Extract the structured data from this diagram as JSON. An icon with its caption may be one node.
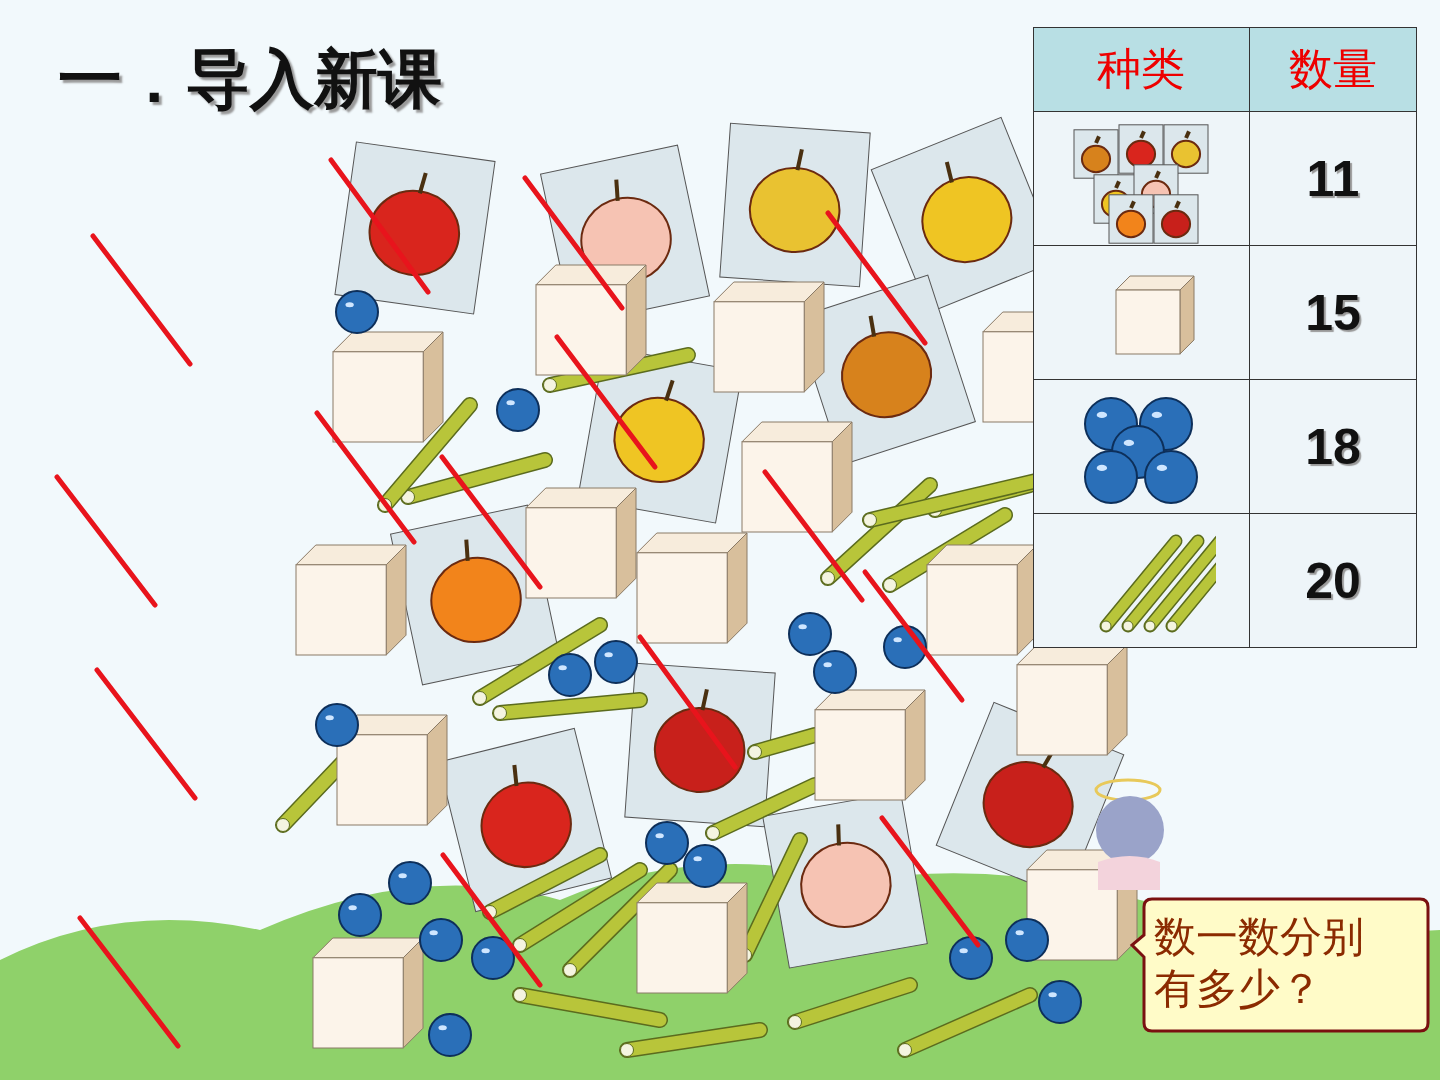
{
  "diagram": {
    "title": "一．导入新课",
    "nodes": [
      {
        "text": [
          "数一数分别有多少？"
        ]
      }
    ],
    "labels": [
      "种类",
      "数量",
      "11",
      "15",
      "18",
      "20"
    ]
  }
}
